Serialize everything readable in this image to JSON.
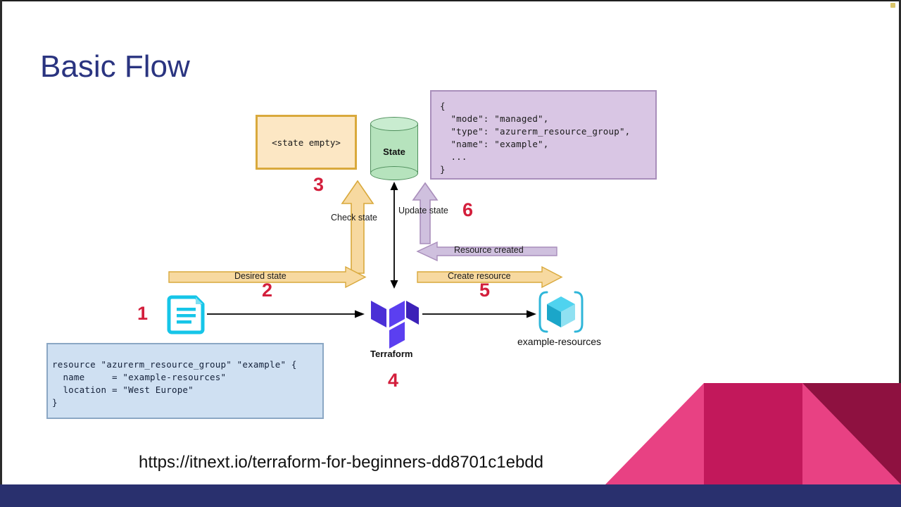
{
  "slide": {
    "title": "Basic Flow",
    "source_link": "https://itnext.io/terraform-for-beginners-dd8701c1ebdd",
    "background_color": "#ffffff",
    "title_color": "#2a3480",
    "bottom_bar_color": "#29306e"
  },
  "decor": {
    "triangle_pink_light": "#e84183",
    "triangle_crimson": "#c2185b",
    "triangle_dark_maroon": "#8e1140",
    "corner_dot_color": "#d9c46a"
  },
  "diagram": {
    "state_empty_box": {
      "text": "<state empty>",
      "fill": "#fce7c4",
      "border": "#d9a93c"
    },
    "state_store": {
      "label": "State",
      "fill": "#b6e3bd",
      "border": "#4f8f5c"
    },
    "json_block": {
      "lines": [
        "{",
        "  \"mode\": \"managed\",",
        "  \"type\": \"azurerm_resource_group\",",
        "  \"name\": \"example\",",
        "  ...",
        "}"
      ],
      "fill": "#d9c6e4",
      "border": "#a98ebb"
    },
    "hcl_block": {
      "lines": [
        "resource \"azurerm_resource_group\" \"example\" {",
        "  name     = \"example-resources\"",
        "  location = \"West Europe\"",
        "}"
      ],
      "fill": "#cfe0f2",
      "border": "#8ba7c4"
    },
    "nodes": {
      "config_file": "",
      "terraform": "Terraform",
      "resource": "example-resources"
    },
    "arrows": [
      {
        "id": "desired-state",
        "label": "Desired state",
        "color": "#f7d9a0",
        "direction": "right"
      },
      {
        "id": "check-state",
        "label": "Check state",
        "color": "#f7d9a0",
        "direction": "up"
      },
      {
        "id": "update-state",
        "label": "Update state",
        "color": "#cfc0de",
        "direction": "up"
      },
      {
        "id": "create-resource",
        "label": "Create resource",
        "color": "#f7d9a0",
        "direction": "right"
      },
      {
        "id": "resource-created",
        "label": "Resource created",
        "color": "#cfc0de",
        "direction": "left"
      }
    ],
    "steps": [
      {
        "num": "1"
      },
      {
        "num": "2"
      },
      {
        "num": "3"
      },
      {
        "num": "4"
      },
      {
        "num": "5"
      },
      {
        "num": "6"
      }
    ],
    "step_color": "#d31f3c"
  }
}
